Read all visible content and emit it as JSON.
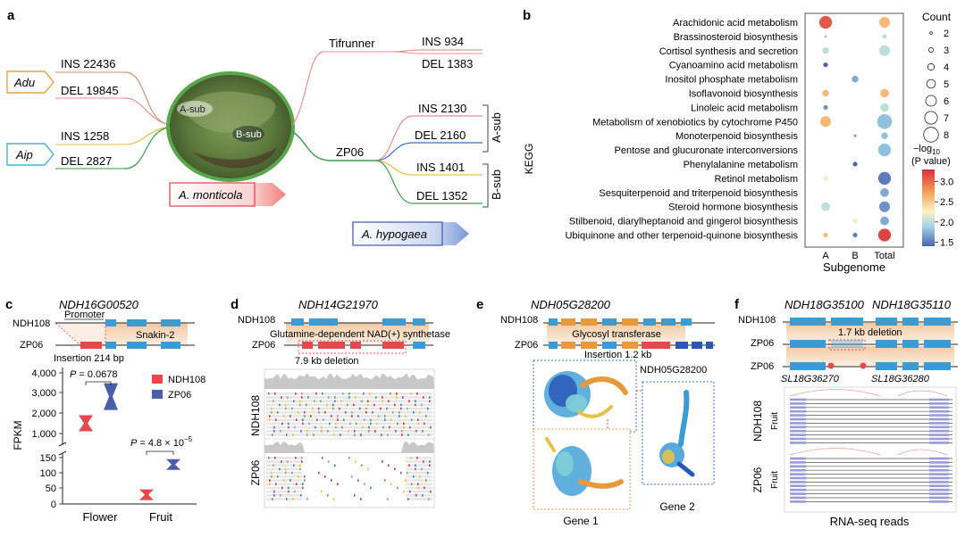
{
  "panel_a": {
    "letter": "a",
    "adu": "Adu",
    "aip": "Aip",
    "adu_ins": "INS  22436",
    "adu_del": "DEL 19845",
    "aip_ins": "INS  1258",
    "aip_del": "DEL 2827",
    "a_sub": "A-sub",
    "b_sub": "B-sub",
    "monticola": "A. monticola",
    "tifrunner": "Tifrunner",
    "tif_ins": "INS  934",
    "tif_del": "DEL 1383",
    "zp06": "ZP06",
    "zp_a_ins": "INS  2130",
    "zp_a_del": "DEL 2160",
    "zp_b_ins": "INS 1401",
    "zp_b_del": "DEL 1352",
    "asub_label": "A-sub",
    "bsub_label": "B-sub",
    "hypogaea": "A. hypogaea"
  },
  "panel_b": {
    "letter": "b",
    "ylabel": "KEGG",
    "xlabel": "Subgenome",
    "count_title": "Count",
    "pval_title_1": "−log",
    "pval_title_sub": "10",
    "pval_title_2": "(P value)",
    "colorbar_ticks": [
      "3.0",
      "2.5",
      "2.0",
      "1.5"
    ]
  },
  "chart_data": [
    {
      "type": "scatter",
      "panel": "b",
      "categories_x": [
        "A",
        "B",
        "Total"
      ],
      "categories_y": [
        "Arachidonic acid metabolism",
        "Brassinosteroid biosynthesis",
        "Cortisol synthesis and secretion",
        "Cyanoamino acid metabolism",
        "Inositol phosphate metabolism",
        "Isoflavonoid biosynthesis",
        "Linoleic acid metabolism",
        "Metabolism of xenobiotics by cytochrome P450",
        "Monoterpenoid biosynthesis",
        "Pentose and glucuronate interconversions",
        "Phenylalanine metabolism",
        "Retinol metabolism",
        "Sesquiterpenoid and triterpenoid biosynthesis",
        "Steroid hormone biosynthesis",
        "Stilbenoid, diarylheptanoid and gingerol biosynthesis",
        "Ubiquinone and other terpenoid-quinone biosynthesis"
      ],
      "points": [
        {
          "x": "A",
          "y": 0,
          "count": 7,
          "pval": 3.1
        },
        {
          "x": "Total",
          "y": 0,
          "count": 6,
          "pval": 2.6
        },
        {
          "x": "A",
          "y": 1,
          "count": 2,
          "pval": 1.8
        },
        {
          "x": "Total",
          "y": 1,
          "count": 3,
          "pval": 2.0
        },
        {
          "x": "A",
          "y": 2,
          "count": 4,
          "pval": 2.0
        },
        {
          "x": "Total",
          "y": 2,
          "count": 6,
          "pval": 2.0
        },
        {
          "x": "A",
          "y": 3,
          "count": 3,
          "pval": 1.4
        },
        {
          "x": "B",
          "y": 4,
          "count": 4,
          "pval": 1.7
        },
        {
          "x": "A",
          "y": 5,
          "count": 4,
          "pval": 2.6
        },
        {
          "x": "Total",
          "y": 5,
          "count": 5,
          "pval": 2.6
        },
        {
          "x": "A",
          "y": 6,
          "count": 3,
          "pval": 1.6
        },
        {
          "x": "Total",
          "y": 6,
          "count": 5,
          "pval": 2.0
        },
        {
          "x": "A",
          "y": 7,
          "count": 6,
          "pval": 2.6
        },
        {
          "x": "Total",
          "y": 7,
          "count": 8,
          "pval": 1.8
        },
        {
          "x": "B",
          "y": 8,
          "count": 2,
          "pval": 1.6
        },
        {
          "x": "Total",
          "y": 8,
          "count": 4,
          "pval": 1.8
        },
        {
          "x": "Total",
          "y": 9,
          "count": 7,
          "pval": 1.8
        },
        {
          "x": "B",
          "y": 10,
          "count": 3,
          "pval": 1.4
        },
        {
          "x": "A",
          "y": 11,
          "count": 3,
          "pval": 2.2
        },
        {
          "x": "Total",
          "y": 11,
          "count": 7,
          "pval": 1.5
        },
        {
          "x": "Total",
          "y": 12,
          "count": 5,
          "pval": 1.7
        },
        {
          "x": "A",
          "y": 13,
          "count": 5,
          "pval": 2.0
        },
        {
          "x": "Total",
          "y": 13,
          "count": 6,
          "pval": 1.6
        },
        {
          "x": "B",
          "y": 14,
          "count": 3,
          "pval": 2.2
        },
        {
          "x": "Total",
          "y": 14,
          "count": 5,
          "pval": 1.7
        },
        {
          "x": "A",
          "y": 15,
          "count": 3,
          "pval": 2.6
        },
        {
          "x": "B",
          "y": 15,
          "count": 3,
          "pval": 1.5
        },
        {
          "x": "Total",
          "y": 15,
          "count": 7,
          "pval": 3.2
        }
      ],
      "size_legend": [
        2,
        3,
        4,
        5,
        6,
        7,
        8
      ],
      "color_range": [
        1.4,
        3.3
      ],
      "xlabel": "Subgenome",
      "ylabel": "KEGG"
    },
    {
      "type": "violin",
      "panel": "c",
      "categories": [
        "Flower",
        "Fruit"
      ],
      "series": [
        {
          "name": "NDH108",
          "color": "#e8474e",
          "values": [
            1500,
            30
          ]
        },
        {
          "name": "ZP06",
          "color": "#4a5fa8",
          "values": [
            2800,
            128
          ]
        }
      ],
      "ylabel": "FPKM",
      "yticks_upper": [
        "4,000",
        "3,000",
        "2,000",
        "1,000"
      ],
      "yticks_lower": [
        "150",
        "100",
        "50",
        "0"
      ],
      "annotations": [
        "P = 0.0678",
        "P = 4.8 × 10"
      ]
    }
  ],
  "panel_c": {
    "letter": "c",
    "gene": "NDH16G00520",
    "ndh108": "NDH108",
    "zp06": "ZP06",
    "promoter": "Promoter",
    "snakin": "Snakin-2",
    "insertion": "Insertion 214 bp",
    "ylabel": "FPKM",
    "p1": "P = 0.0678",
    "p2": "P = 4.8 × 10",
    "p2_exp": "−5",
    "legend_a": "NDH108",
    "legend_b": "ZP06",
    "flower": "Flower",
    "fruit": "Fruit"
  },
  "panel_d": {
    "letter": "d",
    "gene": "NDH14G21970",
    "ndh108": "NDH108",
    "zp06": "ZP06",
    "gene_name": "Glutamine-dependent NAD(+) synthetase",
    "deletion": "7.9 kb deletion",
    "track1": "NDH108",
    "track2": "ZP06"
  },
  "panel_e": {
    "letter": "e",
    "gene": "NDH05G28200",
    "ndh108": "NDH108",
    "zp06": "ZP06",
    "gene_name": "Glycosyl transferase",
    "insertion": "Insertion 1.2 kb",
    "struct_label": "NDH05G28200",
    "gene1": "Gene 1",
    "gene2": "Gene 2"
  },
  "panel_f": {
    "letter": "f",
    "gene_a": "NDH18G35100",
    "gene_b": "NDH18G35110",
    "ndh108": "NDH108",
    "zp06a": "ZP06",
    "zp06b": "ZP06",
    "deletion": "1.7 kb deletion",
    "sl_a": "SL18G36270",
    "sl_b": "SL18G36280",
    "track1": "NDH108",
    "track2": "ZP06",
    "fruit1": "Fruit",
    "fruit2": "Fruit",
    "xlabel": "RNA-seq reads"
  },
  "colors": {
    "red": "#e8474e",
    "blue": "#4a5fa8",
    "exon_blue": "#3a9bd5",
    "orange": "#e89a3a",
    "green": "#3c9a4b"
  }
}
